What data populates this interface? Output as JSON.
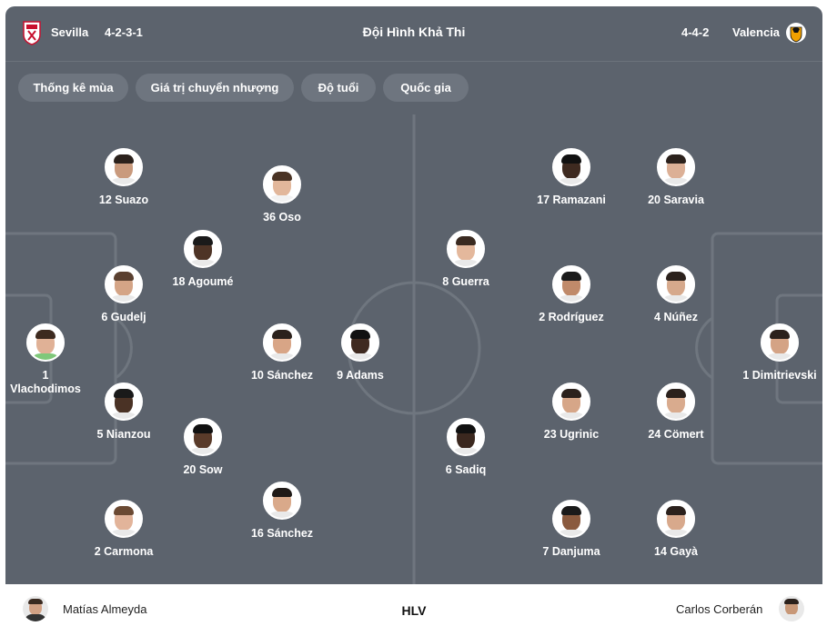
{
  "header": {
    "home_team": "Sevilla",
    "home_formation": "4-2-3-1",
    "title": "Đội Hình Khả Thi",
    "away_formation": "4-4-2",
    "away_team": "Valencia"
  },
  "filters": [
    "Thống kê mùa",
    "Giá trị chuyển nhượng",
    "Độ tuổi",
    "Quốc gia"
  ],
  "home_players": [
    {
      "label": "12 Suazo"
    },
    {
      "label": "36 Oso"
    },
    {
      "label": "18 Agoumé"
    },
    {
      "label": "6 Gudelj"
    },
    {
      "label": "1 Vlachodimos"
    },
    {
      "label": "10 Sánchez"
    },
    {
      "label": "9 Adams"
    },
    {
      "label": "5 Nianzou"
    },
    {
      "label": "20 Sow"
    },
    {
      "label": "16 Sánchez"
    },
    {
      "label": "2 Carmona"
    }
  ],
  "away_players": [
    {
      "label": "17 Ramazani"
    },
    {
      "label": "20 Saravia"
    },
    {
      "label": "8 Guerra"
    },
    {
      "label": "2 Rodríguez"
    },
    {
      "label": "4 Núñez"
    },
    {
      "label": "1 Dimitrievski"
    },
    {
      "label": "23 Ugrinic"
    },
    {
      "label": "24 Cömert"
    },
    {
      "label": "6 Sadiq"
    },
    {
      "label": "7 Danjuma"
    },
    {
      "label": "14 Gayà"
    }
  ],
  "footer": {
    "home_coach": "Matías Almeyda",
    "label": "HLV",
    "away_coach": "Carlos Corberán"
  },
  "colors": {
    "card_bg": "#5c636d",
    "pill_bg": "#6e757f",
    "pitch_lines": "#6f767f"
  }
}
